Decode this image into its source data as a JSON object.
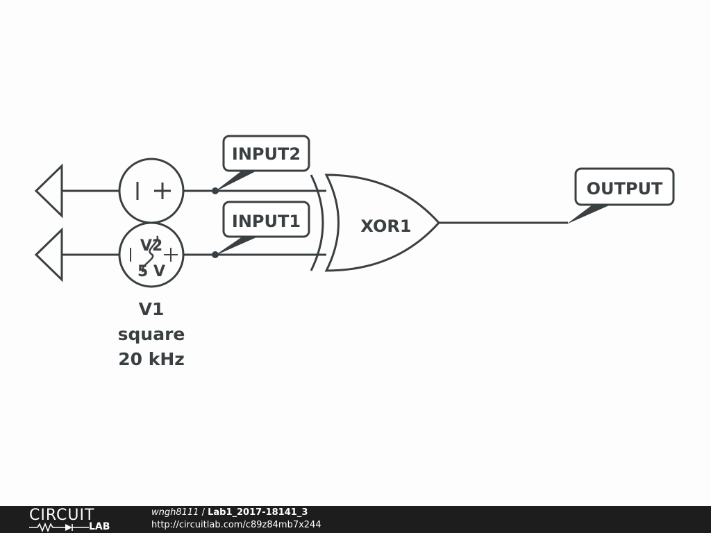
{
  "schematic": {
    "gate_label": "XOR1",
    "net_labels": {
      "input2": "INPUT2",
      "input1": "INPUT1",
      "output": "OUTPUT"
    },
    "v2": {
      "name": "V2",
      "value": "5 V"
    },
    "v1": {
      "name": "V1",
      "waveform": "square",
      "frequency": "20 kHz"
    }
  },
  "footer": {
    "logo_top": "CIRCUIT",
    "logo_bottom": "LAB",
    "username": "wngh8111",
    "separator": " / ",
    "project": "Lab1_2017-18141_3",
    "url": "http://circuitlab.com/c89z84mb7x244"
  },
  "colors": {
    "ink": "#3a3f42",
    "background": "#fdfdfd",
    "footer_bg": "#1d1d1d"
  }
}
